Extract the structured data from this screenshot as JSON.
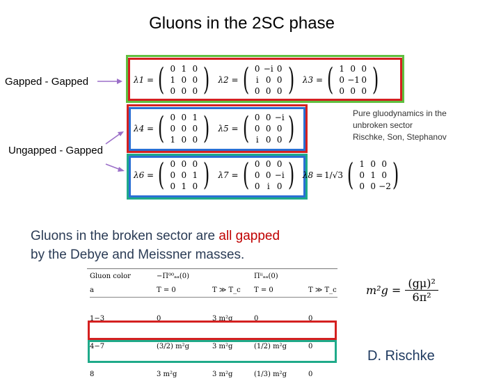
{
  "title": "Gluons in the 2SC phase",
  "labels": {
    "gapped": "Gapped - Gapped",
    "ungapped": "Ungapped - Gapped"
  },
  "note": {
    "line1": "Pure gluodynamics in the",
    "line2": "unbroken sector",
    "line3": "Rischke, Son, Stephanov"
  },
  "matrices": {
    "l1": {
      "name": "λ1 =",
      "cells": [
        "0",
        "1",
        "0",
        "1",
        "0",
        "0",
        "0",
        "0",
        "0"
      ]
    },
    "l2": {
      "name": "λ2 =",
      "cells": [
        "0",
        "−i",
        "0",
        "i",
        "0",
        "0",
        "0",
        "0",
        "0"
      ]
    },
    "l3": {
      "name": "λ3 =",
      "cells": [
        "1",
        "0",
        "0",
        "0",
        "−1",
        "0",
        "0",
        "0",
        "0"
      ]
    },
    "l4": {
      "name": "λ4 =",
      "cells": [
        "0",
        "0",
        "1",
        "0",
        "0",
        "0",
        "1",
        "0",
        "0"
      ]
    },
    "l5": {
      "name": "λ5 =",
      "cells": [
        "0",
        "0",
        "−i",
        "0",
        "0",
        "0",
        "i",
        "0",
        "0"
      ]
    },
    "l6": {
      "name": "λ6 =",
      "cells": [
        "0",
        "0",
        "0",
        "0",
        "0",
        "1",
        "0",
        "1",
        "0"
      ]
    },
    "l7": {
      "name": "λ7 =",
      "cells": [
        "0",
        "0",
        "0",
        "0",
        "0",
        "−i",
        "0",
        "i",
        "0"
      ]
    },
    "l8": {
      "name": "λ8 =",
      "prefactor": "1/√3",
      "cells": [
        "1",
        "0",
        "0",
        "0",
        "1",
        "0",
        "0",
        "0",
        "−2"
      ]
    }
  },
  "blurb": {
    "part1": "Gluons in the broken sector are ",
    "highlight": "all gapped",
    "part2": "by the Debye and Meissner masses."
  },
  "table": {
    "headers1": [
      "Gluon color",
      "−Π⁰⁰ₐₐ(0)",
      "",
      "Πⁱⁱₐₐ(0)",
      ""
    ],
    "headers2": [
      "a",
      "T = 0",
      "T ≫ T_c",
      "T = 0",
      "T ≫ T_c"
    ],
    "rows": [
      [
        "1−3",
        "0",
        "3 m²g",
        "0",
        "0"
      ],
      [
        "4−7",
        "(3/2) m²g",
        "3 m²g",
        "(1/2) m²g",
        "0"
      ],
      [
        "8",
        "3 m²g",
        "3 m²g",
        "(1/3) m²g",
        "0"
      ]
    ]
  },
  "formula": {
    "lhs": "m²g =",
    "num": "(gμ)²",
    "den": "6π²"
  },
  "credit": "D. Rischke",
  "colors": {
    "red": "#d42020",
    "green": "#5fbf3f",
    "blue": "#2a6fd4",
    "teal": "#1faa8a",
    "arrow": "#9b6fc8"
  }
}
